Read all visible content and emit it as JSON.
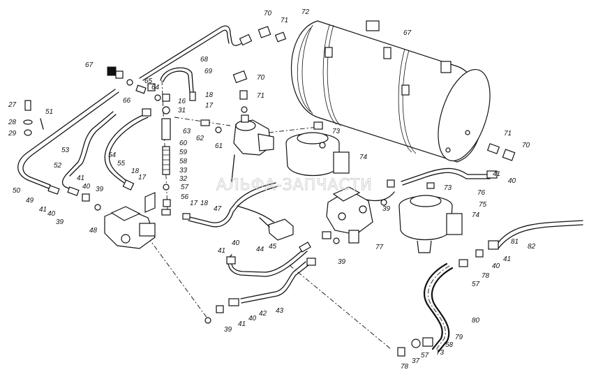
{
  "watermark": "АЛЬФА-ЗАПЧАСТИ",
  "callouts": [
    "70",
    "72",
    "71",
    "67",
    "67",
    "65",
    "64",
    "68",
    "69",
    "70",
    "71",
    "18",
    "17",
    "16",
    "31",
    "27",
    "51",
    "28",
    "29",
    "66",
    "63",
    "62",
    "73",
    "61",
    "60",
    "59",
    "58",
    "33",
    "32",
    "74",
    "53",
    "54",
    "55",
    "18",
    "17",
    "52",
    "41",
    "40",
    "39",
    "50",
    "49",
    "41",
    "40",
    "39",
    "48",
    "57",
    "56",
    "17",
    "18",
    "47",
    "71",
    "70",
    "73",
    "76",
    "75",
    "41",
    "40",
    "39",
    "74",
    "77",
    "41",
    "40",
    "44",
    "45",
    "39",
    "82",
    "81",
    "41",
    "40",
    "78",
    "57",
    "80",
    "39",
    "41",
    "40",
    "42",
    "43",
    "79",
    "58",
    "73",
    "57",
    "78",
    "37"
  ]
}
